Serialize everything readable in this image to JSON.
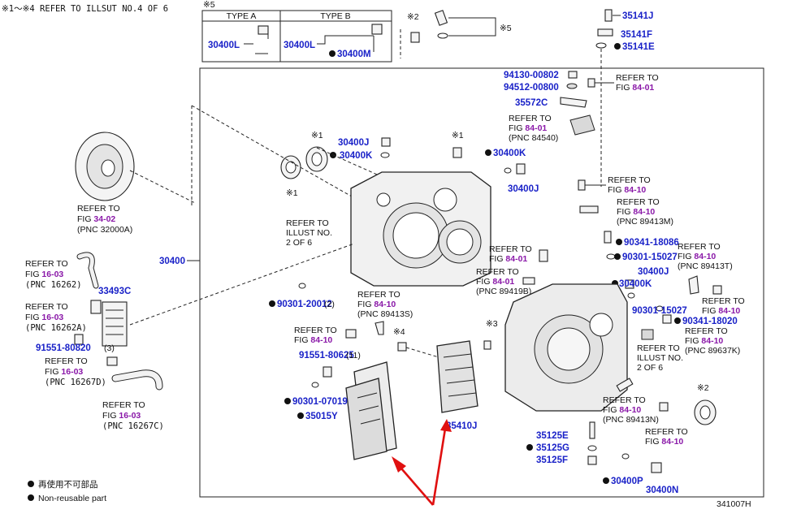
{
  "header": {
    "note": "※1～※4 REFER TO ILLSUT NO.4 OF 6",
    "mark5": "※5"
  },
  "type_box": {
    "type_a": "TYPE A",
    "type_b": "TYPE B",
    "pn_a": "30400L",
    "pn_b": "30400L",
    "pn_b2": "30400M"
  },
  "assembly_pn": "30400",
  "parts": [
    {
      "id": "p35141J",
      "pn": "35141J"
    },
    {
      "id": "p35141F",
      "pn": "35141F"
    },
    {
      "id": "p35141E",
      "pn": "35141E"
    },
    {
      "id": "p94130",
      "pn": "94130-00802"
    },
    {
      "id": "p94512",
      "pn": "94512-00800"
    },
    {
      "id": "p35572C",
      "pn": "35572C"
    },
    {
      "id": "p30400J_top",
      "pn": "30400J"
    },
    {
      "id": "p30400K_top",
      "pn": "30400K"
    },
    {
      "id": "p30400K_mid",
      "pn": "30400K"
    },
    {
      "id": "p30400J_mid",
      "pn": "30400J"
    },
    {
      "id": "p90341_18086",
      "pn": "90341-18086"
    },
    {
      "id": "p90301_15027a",
      "pn": "90301-15027"
    },
    {
      "id": "p30400J_r",
      "pn": "30400J"
    },
    {
      "id": "p30400K_r",
      "pn": "30400K"
    },
    {
      "id": "p90301_15027b",
      "pn": "90301-15027"
    },
    {
      "id": "p90341_18020",
      "pn": "90341-18020"
    },
    {
      "id": "p33493C",
      "pn": "33493C"
    },
    {
      "id": "p90301_20012",
      "pn": "90301-20012"
    },
    {
      "id": "p91551_80820",
      "pn": "91551-80820"
    },
    {
      "id": "p91551_80625",
      "pn": "91551-80625"
    },
    {
      "id": "p90301_07019",
      "pn": "90301-07019"
    },
    {
      "id": "p35015Y",
      "pn": "35015Y"
    },
    {
      "id": "p35410J",
      "pn": "35410J"
    },
    {
      "id": "p35125E",
      "pn": "35125E"
    },
    {
      "id": "p35125G",
      "pn": "35125G"
    },
    {
      "id": "p35125F",
      "pn": "35125F"
    },
    {
      "id": "p30400P",
      "pn": "30400P"
    },
    {
      "id": "p30400N",
      "pn": "30400N"
    }
  ],
  "qty": {
    "q90301_20012": "(2)",
    "q91551_80820": "(3)",
    "q91551_80625": "(11)"
  },
  "refs": [
    {
      "id": "r1",
      "l1": "REFER TO",
      "l2": "FIG",
      "fig": "34-02",
      "l3": "(PNC 32000A)"
    },
    {
      "id": "r2",
      "l1": "REFER TO",
      "l2": "FIG",
      "fig": "84-01"
    },
    {
      "id": "r3",
      "l1": "REFER TO",
      "l2": "FIG",
      "fig": "84-01",
      "l3": "(PNC 84540)"
    },
    {
      "id": "r4",
      "l1": "REFER TO",
      "l2": "ILLUST NO.",
      "l3": "2 OF 6"
    },
    {
      "id": "r5",
      "l1": "REFER TO",
      "l2": "FIG",
      "fig": "84-10"
    },
    {
      "id": "r6",
      "l1": "REFER TO",
      "l2": "FIG",
      "fig": "84-10",
      "l3": "(PNC 89413M)"
    },
    {
      "id": "r7",
      "l1": "REFER TO",
      "l2": "FIG",
      "fig": "84-01"
    },
    {
      "id": "r8",
      "l1": "REFER TO",
      "l2": "FIG",
      "fig": "84-01",
      "l3": "(PNC 89419B)"
    },
    {
      "id": "r9",
      "l1": "REFER TO",
      "l2": "FIG",
      "fig": "84-10",
      "l3": "(PNC 89413T)"
    },
    {
      "id": "r10",
      "l1": "REFER TO",
      "l2": "FIG",
      "fig": "84-10"
    },
    {
      "id": "r11",
      "l1": "REFER TO",
      "l2": "FIG",
      "fig": "84-10",
      "l3": "(PNC 89637K)"
    },
    {
      "id": "r12",
      "l1": "REFER TO",
      "l2": "ILLUST NO.",
      "l3": "2 OF 6"
    },
    {
      "id": "r13",
      "l1": "REFER TO",
      "l2": "FIG",
      "fig": "84-10",
      "l3": "(PNC 89413S)"
    },
    {
      "id": "r14",
      "l1": "REFER TO",
      "l2": "FIG",
      "fig": "84-10"
    },
    {
      "id": "r15",
      "l1": "REFER TO",
      "l2": "FIG",
      "fig": "84-10",
      "l3": "(PNC 89413N)"
    },
    {
      "id": "r16",
      "l1": "REFER TO",
      "l2": "FIG",
      "fig": "84-10"
    },
    {
      "id": "r17",
      "l1": "REFER TO",
      "l2": "FIG",
      "fig": "16-03",
      "l3": "(PNC 16262)"
    },
    {
      "id": "r18",
      "l1": "REFER TO",
      "l2": "FIG",
      "fig": "16-03",
      "l3": "(PNC 16262A)"
    },
    {
      "id": "r19",
      "l1": "REFER TO",
      "l2": "FIG",
      "fig": "16-03",
      "l3": "(PNC 16267D)"
    },
    {
      "id": "r20",
      "l1": "REFER TO",
      "l2": "FIG",
      "fig": "16-03",
      "l3": "(PNC 16267C)"
    }
  ],
  "marks": {
    "m1": "※1",
    "m2": "※1",
    "m3": "※1",
    "m4": "※2",
    "m5": "※5",
    "m6": "※4",
    "m7": "※3",
    "m8": "※2"
  },
  "legend": {
    "line1": "再使用不可部品",
    "line2": "Non-reusable part"
  },
  "footer": {
    "code": "341007H"
  },
  "colors": {
    "part_number": "#1a22c8",
    "figure_ref": "#8a18a8",
    "arrow": "#e01010"
  }
}
